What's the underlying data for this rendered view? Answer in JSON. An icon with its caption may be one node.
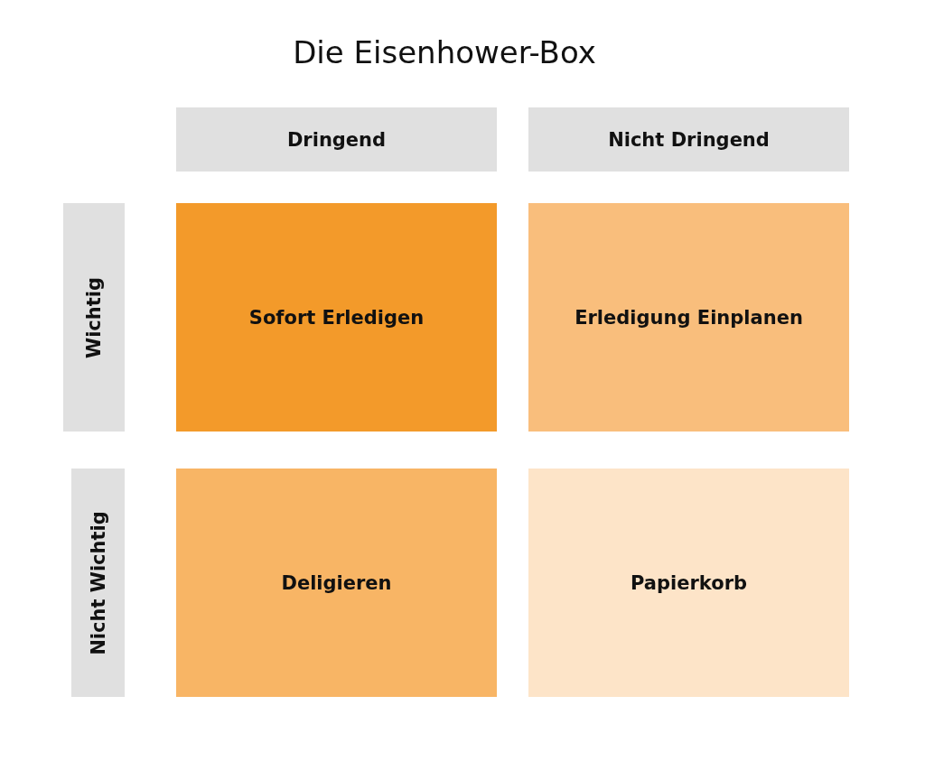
{
  "diagram": {
    "title": "Die Eisenhower-Box",
    "nodes": [
      {
        "text": [
          "Dringend"
        ]
      },
      {
        "text": [
          "Nicht Dringend"
        ]
      },
      {
        "text": [
          "Wichtig"
        ]
      },
      {
        "text": [
          "Sofort Erledigen"
        ]
      },
      {
        "text": [
          "Erledigung Einplanen"
        ]
      },
      {
        "text": [
          "Nicht Wichtig"
        ]
      },
      {
        "text": [
          "Deligieren"
        ]
      },
      {
        "text": [
          "Papierkorb"
        ]
      }
    ],
    "edges": []
  }
}
